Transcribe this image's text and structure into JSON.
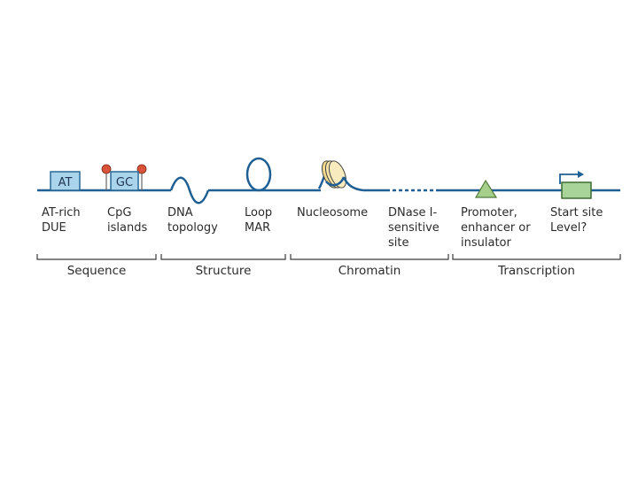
{
  "colors": {
    "dna_line": "#1f5f93",
    "box_fill": "#a9d4ec",
    "box_stroke": "#2a6a96",
    "cap_fill": "#d9533a",
    "triangle_fill": "#a5cf8a",
    "green_box_fill": "#a8d49a",
    "bracket": "#3a3a3a",
    "text": "#2b2b2b"
  },
  "elements": {
    "at_box": "AT",
    "gc_box": "GC"
  },
  "labels": {
    "at_rich": [
      "AT-rich",
      "DUE"
    ],
    "cpg": [
      "CpG",
      "islands"
    ],
    "dna_topology": [
      "DNA",
      "topology"
    ],
    "loop_mar": [
      "Loop",
      "MAR"
    ],
    "nucleosome": [
      "Nucleosome"
    ],
    "dnase": [
      "DNase I-",
      "sensitive",
      "site"
    ],
    "promoter": [
      "Promoter,",
      "enhancer or",
      "insulator"
    ],
    "start_site": [
      "Start site",
      "Level?"
    ]
  },
  "groups": {
    "sequence": "Sequence",
    "structure": "Structure",
    "chromatin": "Chromatin",
    "transcription": "Transcription"
  }
}
